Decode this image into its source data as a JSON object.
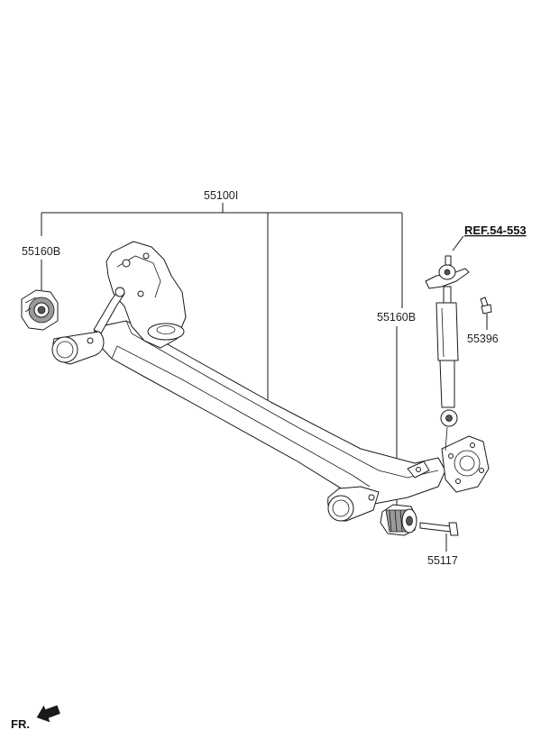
{
  "labels": {
    "assembly": "55100I",
    "bushing_left": "55160B",
    "bushing_right": "55160B",
    "reference": "REF.54-553",
    "bolt_small": "55396",
    "bolt_long": "55117",
    "front_marker": "FR."
  },
  "icons": {
    "front_marker": "front-arrow-icon"
  },
  "colors": {
    "line": "#1a1a1a",
    "shading": "#9a9a9a",
    "background": "#ffffff"
  }
}
